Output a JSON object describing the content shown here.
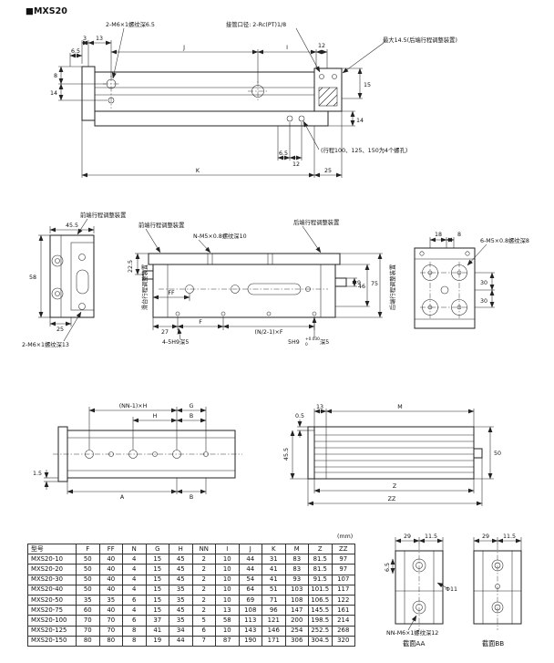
{
  "page": {
    "title": "■MXS20",
    "units_note": "(mm)"
  },
  "top_view": {
    "thread_note": "2-M6×1螺纹深6.5",
    "port_note": "接管口径: 2-Rc(PT)1/8",
    "max_note": "最大14.5(后端行程调整装置)",
    "holes_note": "(行程100、125、150为4个螺孔)",
    "d3": "3",
    "d13": "13",
    "d6_5_top": "6.5",
    "d8": "8",
    "d14_left": "14",
    "dJ": "J",
    "dI": "I",
    "d12_top": "12",
    "d15": "15",
    "d14_right": "14",
    "d6_5_bottom": "6.5",
    "d12_bottom": "12",
    "dK": "K",
    "d25": "25"
  },
  "front_end_view": {
    "adjuster_note": "前端行程调整装置",
    "thread_note": "2-M6×1螺纹深13",
    "d45_5": "45.5",
    "d58": "58",
    "d25": "25"
  },
  "side_view": {
    "front_adjuster_note": "前端行程调整装置",
    "thread_note": "N-M5×0.8螺纹深10",
    "rear_adjuster_note": "后端行程调整装置",
    "slide_label": "滑台行程调整装置",
    "d22_5": "22.5",
    "dFF": "FF",
    "dF": "F",
    "d27": "27",
    "pin_note": "4-5H9深5",
    "pitch_note": "(N/2-1)×F",
    "pin2_a": "5H9",
    "pin2_sup": "+0.030",
    "pin2_sub": "0",
    "pin2_b": "深5",
    "d9": "9",
    "d46": "46",
    "d75": "75"
  },
  "rear_end_view": {
    "v_label": "后端行程调整装置",
    "thread_note": "6-M5×0.8螺纹深8",
    "d18": "18",
    "d8": "8",
    "d30_upper": "30",
    "d30_lower": "30"
  },
  "bottom_view": {
    "dNNH": "(NN-1)×H",
    "dG": "G",
    "dH": "H",
    "dB_top": "B",
    "dA": "A",
    "dB_bottom": "B",
    "d1_5": "1.5"
  },
  "section_side_view": {
    "d13": "13",
    "dM": "M",
    "d0_5": "0.5",
    "d45_5": "45.5",
    "d50": "50",
    "dZ": "Z",
    "dZZ": "ZZ"
  },
  "section_aa": {
    "d29": "29",
    "d11_5": "11.5",
    "d6_5": "6.5",
    "thread_note": "NN-M6×1螺纹深12",
    "caption": "截面AA"
  },
  "section_bb": {
    "d29": "29",
    "d11_5": "11.5",
    "d11": "Φ11",
    "caption": "截面BB"
  },
  "table": {
    "columns": [
      "型号",
      "F",
      "FF",
      "N",
      "G",
      "H",
      "NN",
      "I",
      "J",
      "K",
      "M",
      "Z",
      "ZZ"
    ],
    "rows": [
      [
        "MXS20-10",
        "50",
        "40",
        "4",
        "15",
        "45",
        "2",
        "10",
        "44",
        "31",
        "83",
        "81.5",
        "97"
      ],
      [
        "MXS20-20",
        "50",
        "40",
        "4",
        "15",
        "45",
        "2",
        "10",
        "44",
        "41",
        "83",
        "81.5",
        "97"
      ],
      [
        "MXS20-30",
        "50",
        "40",
        "4",
        "15",
        "45",
        "2",
        "10",
        "54",
        "41",
        "93",
        "91.5",
        "107"
      ],
      [
        "MXS20-40",
        "50",
        "40",
        "4",
        "15",
        "35",
        "2",
        "10",
        "64",
        "51",
        "103",
        "101.5",
        "117"
      ],
      [
        "MXS20-50",
        "35",
        "35",
        "6",
        "15",
        "35",
        "2",
        "10",
        "69",
        "71",
        "108",
        "106.5",
        "122"
      ],
      [
        "MXS20-75",
        "60",
        "40",
        "4",
        "15",
        "45",
        "2",
        "13",
        "108",
        "96",
        "147",
        "145.5",
        "161"
      ],
      [
        "MXS20-100",
        "70",
        "70",
        "6",
        "37",
        "35",
        "5",
        "58",
        "113",
        "121",
        "200",
        "198.5",
        "214"
      ],
      [
        "MXS20-125",
        "70",
        "70",
        "8",
        "41",
        "34",
        "6",
        "10",
        "143",
        "146",
        "254",
        "252.5",
        "268"
      ],
      [
        "MXS20-150",
        "80",
        "80",
        "8",
        "19",
        "44",
        "7",
        "87",
        "190",
        "171",
        "306",
        "304.5",
        "320"
      ]
    ]
  }
}
